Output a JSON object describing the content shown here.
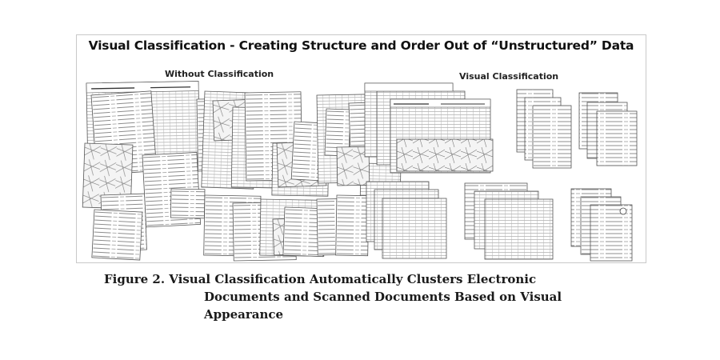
{
  "figure": {
    "title": "Visual Classification - Creating Structure and Order Out of “Unstructured” Data",
    "left_panel_title": "Without Classification",
    "right_panel_title": "Visual Classification"
  },
  "caption": {
    "line1": "Figure 2. Visual Classification Automatically Clusters Electronic",
    "line2": "Documents and Scanned Documents Based on Visual",
    "line3": "Appearance"
  }
}
